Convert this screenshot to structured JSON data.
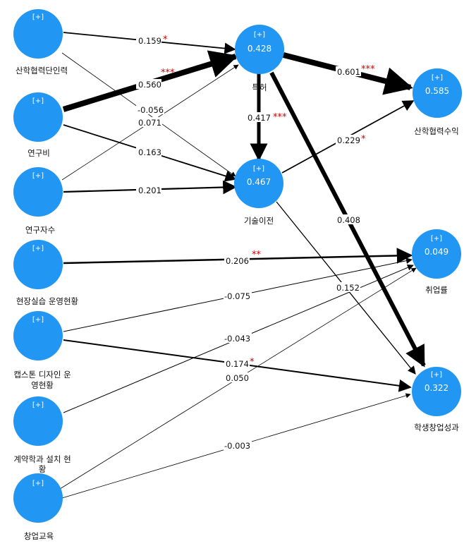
{
  "nodes": {
    "n1": {
      "label": "산학협력단인력"
    },
    "n2": {
      "label": "연구비"
    },
    "n3": {
      "label": "연구자수"
    },
    "n4": {
      "label": "현장실습 운영현황"
    },
    "n5": {
      "label_line1": "캡스톤 디자인 운",
      "label_line2": "영현황"
    },
    "n6": {
      "label_line1": "계약학과 설치 현",
      "label_line2": "황"
    },
    "n7": {
      "label": "창업교육"
    },
    "patent": {
      "label": "특허",
      "r2": "0.428"
    },
    "tech": {
      "label": "기술이전",
      "r2": "0.467"
    },
    "income": {
      "label": "산학협력수익",
      "r2": "0.585"
    },
    "employ": {
      "label": "취업률",
      "r2": "0.049"
    },
    "startup": {
      "label": "학생창업성과",
      "r2": "0.322"
    }
  },
  "node_marker": "[+]",
  "paths": {
    "n1_patent": {
      "coef": "0.159",
      "sig": "*"
    },
    "n1_tech": {
      "coef": "-0.056",
      "sig": ""
    },
    "n2_patent": {
      "coef": "0.560",
      "sig": "***"
    },
    "n2_tech": {
      "coef": "0.163",
      "sig": ""
    },
    "n3_patent": {
      "coef": "0.071",
      "sig": ""
    },
    "n3_tech": {
      "coef": "0.201",
      "sig": ""
    },
    "patent_tech": {
      "coef": "0.417",
      "sig": "***"
    },
    "patent_income": {
      "coef": "0.601",
      "sig": "***"
    },
    "tech_income": {
      "coef": "0.229",
      "sig": "*"
    },
    "patent_startup": {
      "coef": "0.408",
      "sig": ""
    },
    "tech_startup": {
      "coef": "0.152",
      "sig": ""
    },
    "n4_employ": {
      "coef": "0.206",
      "sig": "**"
    },
    "n5_employ": {
      "coef": "-0.075",
      "sig": ""
    },
    "n6_employ": {
      "coef": "-0.043",
      "sig": ""
    },
    "n5_startup": {
      "coef": "0.174",
      "sig": "*"
    },
    "n7_employ": {
      "coef": "0.050",
      "sig": ""
    },
    "n7_startup": {
      "coef": "-0.003",
      "sig": ""
    }
  },
  "colors": {
    "node": "#2196f3",
    "edge": "#000000",
    "star": "#cc0000"
  }
}
